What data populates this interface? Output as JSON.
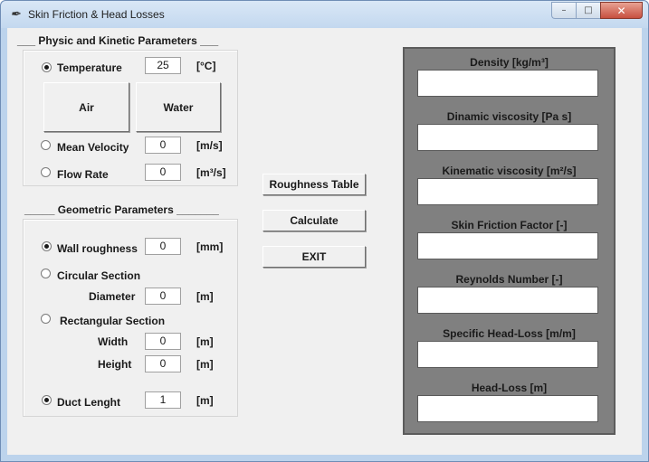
{
  "window": {
    "title": "Skin Friction & Head Losses",
    "controls": {
      "minimize": "–",
      "maximize": "□",
      "close": "✕"
    }
  },
  "physic_group": {
    "legend": "___ Physic and Kinetic Parameters ___",
    "temperature": {
      "label": "Temperature",
      "value": "25",
      "unit": "[°C]",
      "selected": true
    },
    "air_button": "Air",
    "water_button": "Water",
    "mean_velocity": {
      "label": "Mean Velocity",
      "value": "0",
      "unit": "[m/s]",
      "selected": false
    },
    "flow_rate": {
      "label": "Flow Rate",
      "value": "0",
      "unit": "[m³/s]",
      "selected": false
    }
  },
  "geometric_group": {
    "legend": "_____ Geometric Parameters _______",
    "wall_roughness": {
      "label": "Wall roughness",
      "value": "0",
      "unit": "[mm]",
      "selected": true
    },
    "circular_section": {
      "label": "Circular Section",
      "selected": false
    },
    "diameter": {
      "label": "Diameter",
      "value": "0",
      "unit": "[m]"
    },
    "rectangular_section": {
      "label": "Rectangular Section",
      "selected": false
    },
    "width": {
      "label": "Width",
      "value": "0",
      "unit": "[m]"
    },
    "height": {
      "label": "Height",
      "value": "0",
      "unit": "[m]"
    },
    "duct_length": {
      "label": "Duct Lenght",
      "value": "1",
      "unit": "[m]",
      "selected": true
    }
  },
  "actions": {
    "roughness_table": "Roughness Table",
    "calculate": "Calculate",
    "exit": "EXIT"
  },
  "results": {
    "density": "Density [kg/m³]",
    "dynamic_viscosity": "Dinamic viscosity [Pa s]",
    "kinematic_viscosity": "Kinematic viscosity [m²/s]",
    "friction_factor": "Skin Friction Factor [-]",
    "reynolds": "Reynolds Number [-]",
    "specific_head_loss": "Specific Head-Loss [m/m]",
    "head_loss": "Head-Loss [m]"
  },
  "colors": {
    "client_bg": "#f0f0f0",
    "results_panel_bg": "#808080",
    "titlebar": "#c3d8ef",
    "close_button": "#c75040"
  }
}
